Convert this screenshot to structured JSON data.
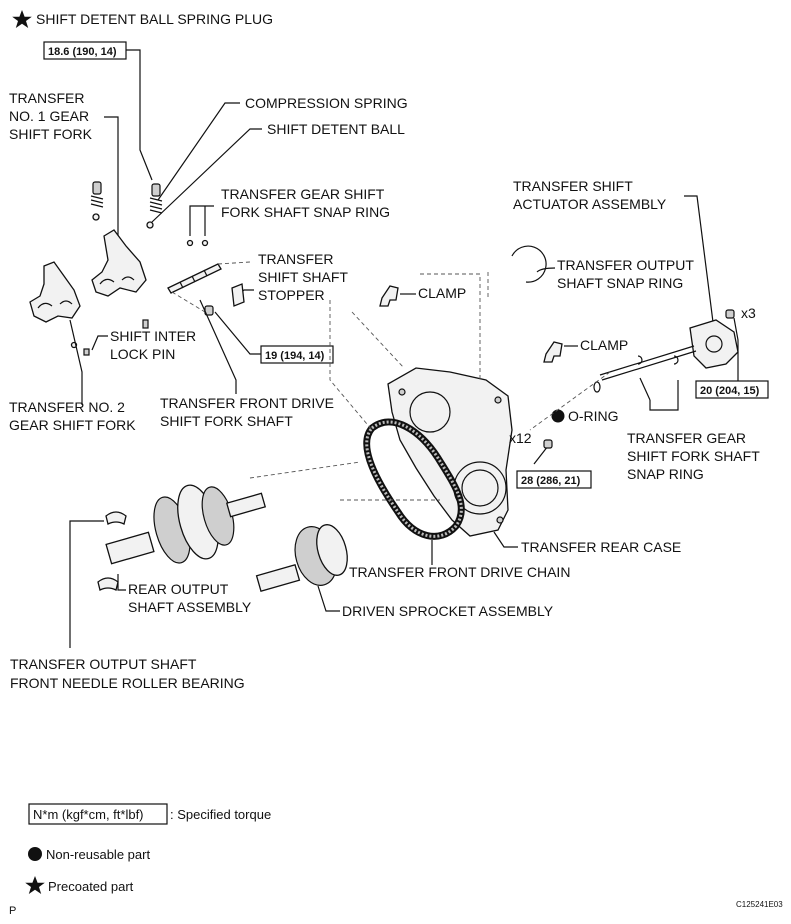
{
  "labels": {
    "spring_plug": "SHIFT DETENT BALL SPRING PLUG",
    "compression_spring": "COMPRESSION SPRING",
    "detent_ball": "SHIFT DETENT BALL",
    "no1_fork": [
      "TRANSFER",
      "NO. 1 GEAR",
      "SHIFT FORK"
    ],
    "fork_shaft_snap_ring_top": [
      "TRANSFER GEAR SHIFT",
      "FORK SHAFT SNAP RING"
    ],
    "shaft_stopper": [
      "TRANSFER",
      "SHIFT SHAFT",
      "STOPPER"
    ],
    "clamp_1": "CLAMP",
    "output_snap_ring": [
      "TRANSFER OUTPUT",
      "SHAFT SNAP RING"
    ],
    "actuator": [
      "TRANSFER SHIFT",
      "ACTUATOR ASSEMBLY"
    ],
    "x3": "x3",
    "interlock_pin": [
      "SHIFT INTER",
      "LOCK PIN"
    ],
    "clamp_2": "CLAMP",
    "no2_fork": [
      "TRANSFER NO. 2",
      "GEAR SHIFT FORK"
    ],
    "front_drive_fork_shaft": [
      "TRANSFER FRONT DRIVE",
      "SHIFT FORK SHAFT"
    ],
    "o_ring": "O-RING",
    "fork_shaft_snap_ring_right": [
      "TRANSFER GEAR",
      "SHIFT FORK SHAFT",
      "SNAP RING"
    ],
    "x12": "x12",
    "rear_case": "TRANSFER REAR CASE",
    "drive_chain": "TRANSFER FRONT DRIVE CHAIN",
    "rear_output_shaft": [
      "REAR OUTPUT",
      "SHAFT ASSEMBLY"
    ],
    "driven_sprocket": "DRIVEN SPROCKET ASSEMBLY",
    "needle_bearing": [
      "TRANSFER OUTPUT SHAFT",
      "FRONT NEEDLE ROLLER BEARING"
    ]
  },
  "torques": {
    "plug": "18.6 (190, 14)",
    "stopper_bolt": "19 (194, 14)",
    "actuator_bolt": "20 (204, 15)",
    "case_bolt": "28 (286, 21)"
  },
  "legend": {
    "torque_box": "N*m (kgf*cm, ft*lbf)",
    "torque_desc": ": Specified torque",
    "nonreusable": "Non-reusable part",
    "precoated": "Precoated part"
  },
  "footer": {
    "left_mark": "P",
    "code": "C125241E03"
  }
}
